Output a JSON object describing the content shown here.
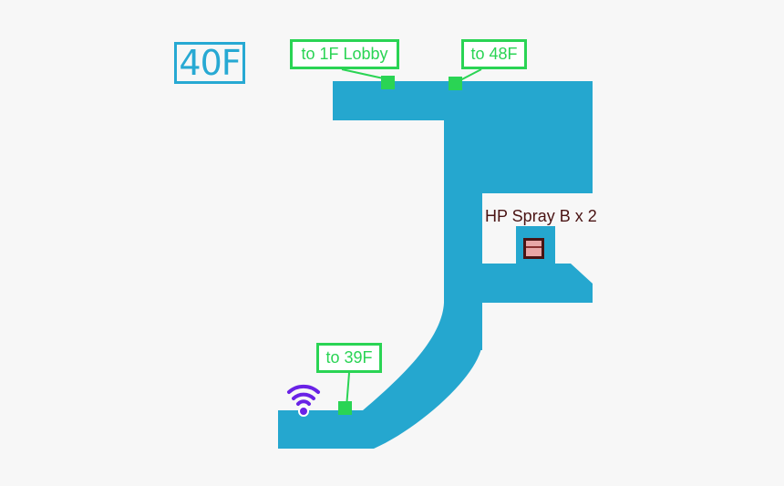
{
  "floor": {
    "label": "40F"
  },
  "connections": [
    {
      "id": "lobby",
      "label": "to 1F Lobby"
    },
    {
      "id": "48f",
      "label": "to 48F"
    },
    {
      "id": "39f",
      "label": "to 39F"
    }
  ],
  "item": {
    "label": "HP Spray B x 2",
    "icon": "treasure-chest-icon"
  },
  "save_point": {
    "icon": "wifi-icon"
  },
  "colors": {
    "floor_fill": "#25a7cf",
    "connector": "#2ad454",
    "wifi": "#6a22e6",
    "chest": "#8a2f2f",
    "badge": "#27a9d3",
    "item_label": "#4a1414"
  }
}
